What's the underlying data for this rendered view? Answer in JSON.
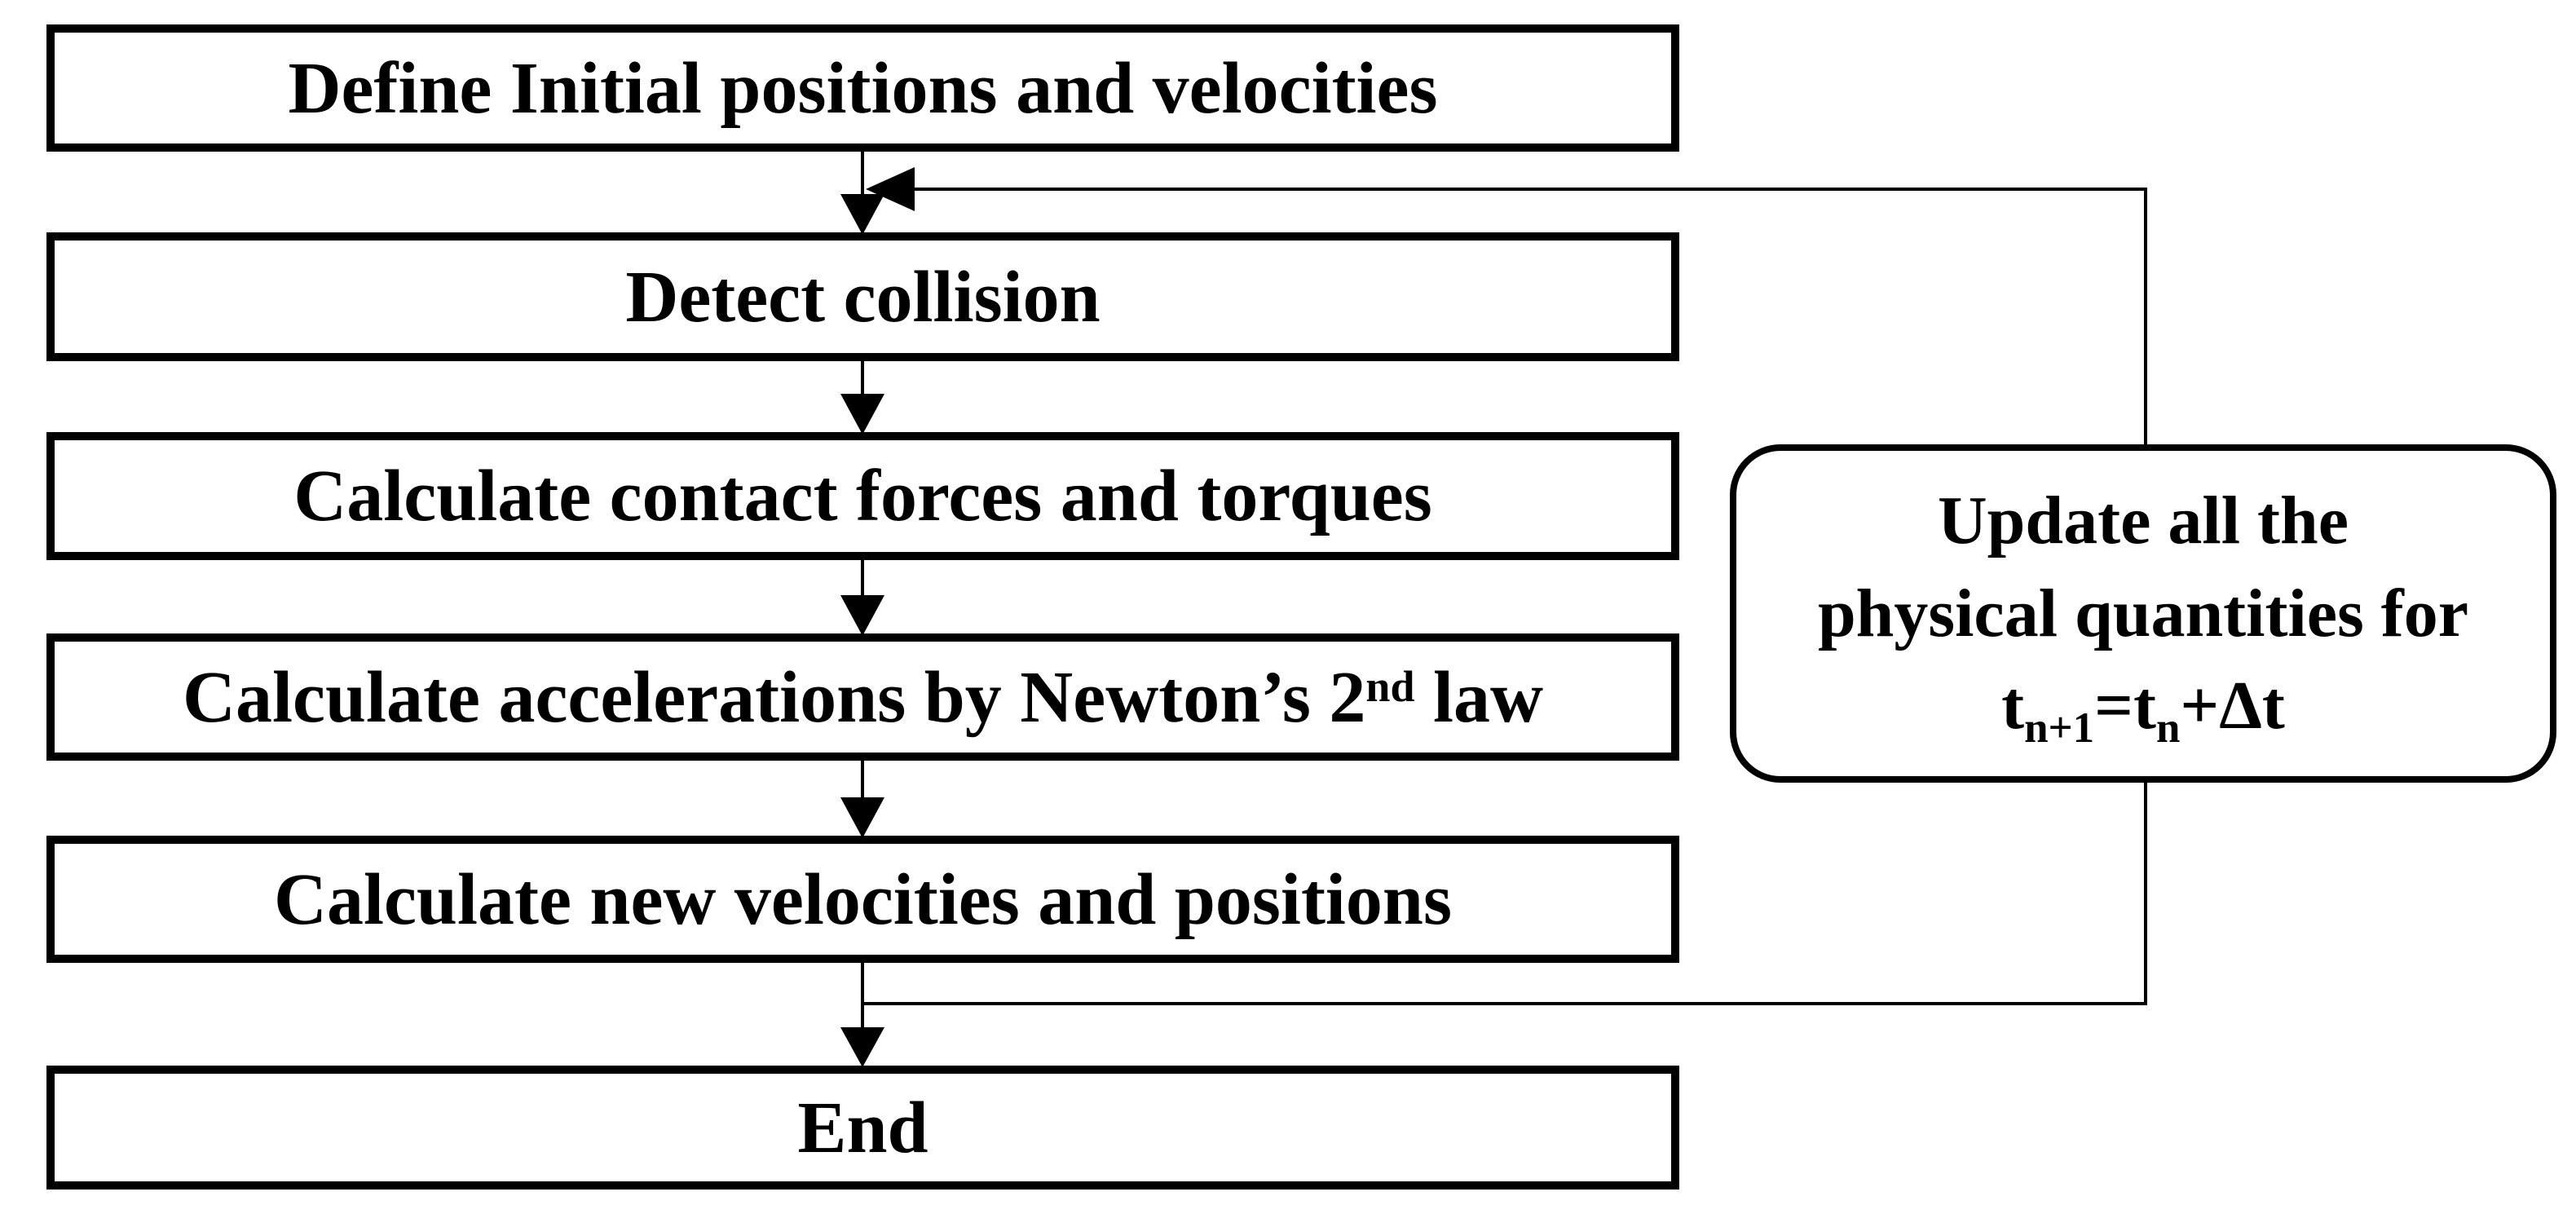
{
  "diagram": {
    "boxes": {
      "define": {
        "label": "Define Initial positions and velocities"
      },
      "detect": {
        "label": "Detect collision"
      },
      "forces": {
        "label": "Calculate contact forces and torques"
      },
      "newton": {
        "pre": "Calculate accelerations by Newton’s 2",
        "sup": "nd",
        "post": " law"
      },
      "velocities": {
        "label": "Calculate new velocities and positions"
      },
      "end": {
        "label": "End"
      }
    },
    "update_box": {
      "line1": "Update all the",
      "line2": "physical quantities for",
      "formula": {
        "base1": "t",
        "sub1": "n+1",
        "mid": "=t",
        "sub2": "n",
        "tail": "+Δt"
      }
    },
    "colors": {
      "ink": "#000000",
      "paper": "#ffffff"
    }
  }
}
